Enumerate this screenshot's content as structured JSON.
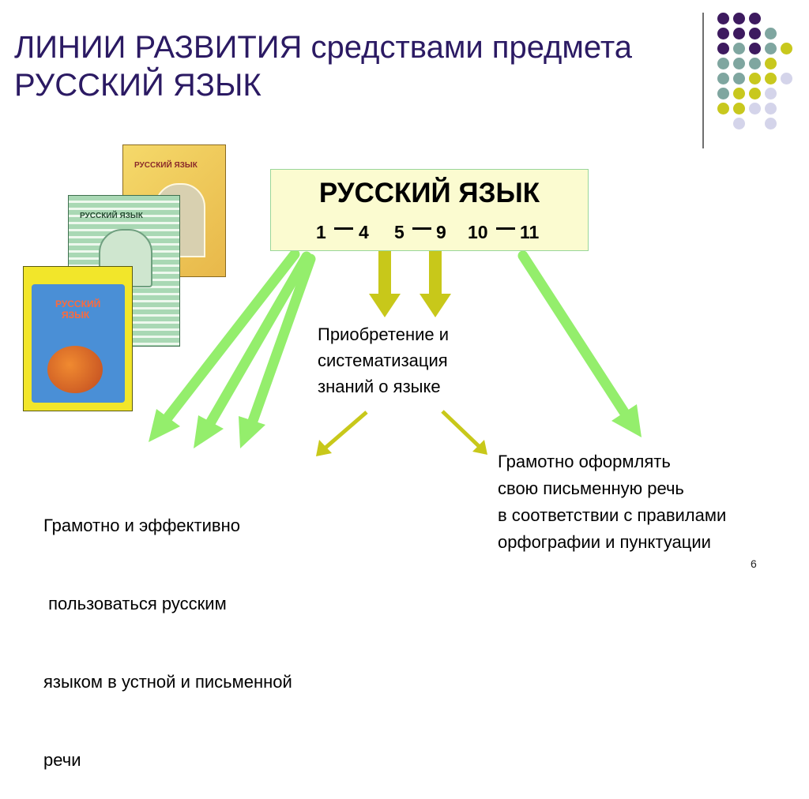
{
  "slide": {
    "title_line1": "ЛИНИИ РАЗВИТИЯ средствами предмета",
    "title_line2": "РУССКИЙ ЯЗЫК",
    "page_number": "6"
  },
  "subject_box": {
    "title": "РУССКИЙ ЯЗЫК",
    "grades": [
      "1",
      "4",
      "5",
      "9",
      "10",
      "11"
    ]
  },
  "middle_text": {
    "lines": [
      "Приобретение и",
      "систематизация",
      "знаний о языке"
    ]
  },
  "left_text": {
    "lines": [
      "Грамотно и эффективно",
      " пользоваться русским",
      "языком в устной и письменной",
      "речи"
    ]
  },
  "right_text": {
    "lines": [
      "Грамотно оформлять",
      "свою письменную речь",
      "в соответствии с правилами",
      "орфографии и пунктуации"
    ]
  },
  "books": {
    "back_title": "РУССКИЙ ЯЗЫК",
    "middle_title": "РУССКИЙ ЯЗЫК",
    "front_title_line1": "РУССКИЙ",
    "front_title_line2": "ЯЗЫК"
  },
  "colors": {
    "title": "#2b1a63",
    "dot_purple": "#3d1a5f",
    "dot_teal": "#7fa6a0",
    "dot_olive": "#c8c81e",
    "dot_lavender": "#d4d4ea",
    "arrow_green": "#94ee6c",
    "arrow_olive": "#c8c81a",
    "box_fill": "#fbfbd0",
    "box_border": "#9ad69a"
  }
}
